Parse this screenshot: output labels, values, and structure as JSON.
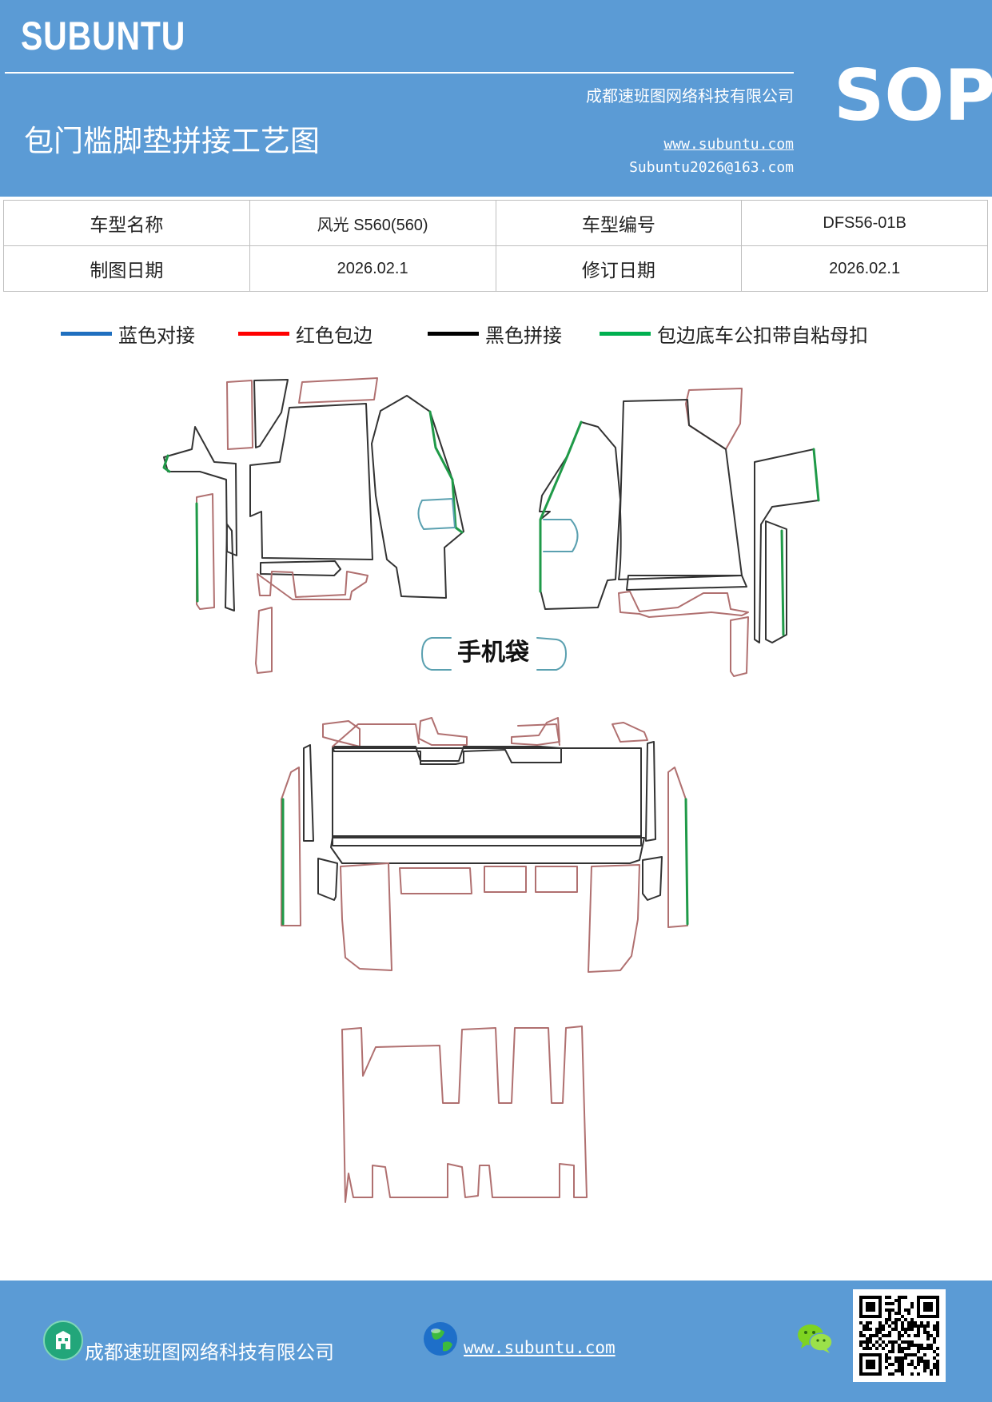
{
  "header": {
    "brand": "SUBUNTU",
    "company": "成都速班图网络科技有限公司",
    "title": "包门槛脚垫拼接工艺图",
    "website": "www.subuntu.com",
    "email": "Subuntu2026@163.com",
    "doc_type": "SOP"
  },
  "info_table": {
    "model_name_label": "车型名称",
    "model_name_value": "风光 S560(560)",
    "model_code_label": "车型编号",
    "model_code_value": "DFS56-01B",
    "draw_date_label": "制图日期",
    "draw_date_value": "2026.02.1",
    "revise_date_label": "修订日期",
    "revise_date_value": "2026.02.1"
  },
  "legend": [
    {
      "label": "蓝色对接",
      "color": "#1f6fbf"
    },
    {
      "label": "红色包边",
      "color": "#ff0000"
    },
    {
      "label": "黑色拼接",
      "color": "#000000"
    },
    {
      "label": "包边底车公扣带自粘母扣",
      "color": "#00b050"
    }
  ],
  "drawing": {
    "phone_pocket_label": "手机袋",
    "edge_colors": {
      "red": "#b07070",
      "black": "#333333",
      "green": "#1f9a48",
      "blue": "#5aa0b0"
    }
  },
  "footer": {
    "company": "成都速班图网络科技有限公司",
    "website": "www.subuntu.com",
    "building_icon": "building-icon",
    "globe_icon": "globe-icon",
    "wechat_icon": "wechat-icon",
    "qr_code": "qr-code"
  }
}
